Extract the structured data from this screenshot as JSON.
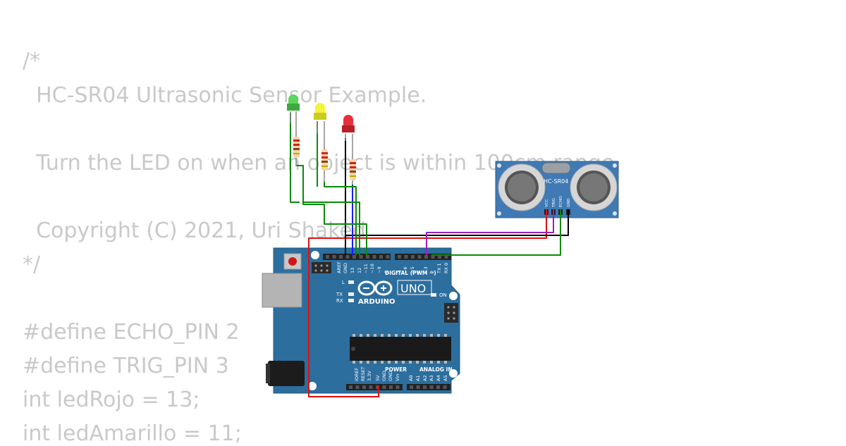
{
  "code_lines": [
    "/*",
    "  HC-SR04 Ultrasonic Sensor Example.",
    "",
    "  Turn the LED on when an object is within 100cm range.",
    "",
    "  Copyright (C) 2021, Uri Shaked",
    "*/",
    "",
    "#define ECHO_PIN 2",
    "#define TRIG_PIN 3",
    "int ledRojo = 13;",
    "int ledAmarillo = 11;"
  ],
  "sensor": {
    "label": "HC-SR04",
    "pins": [
      "VCC",
      "TRIG",
      "ECHO",
      "GND"
    ]
  },
  "arduino": {
    "brand": "ARDUINO",
    "model": "UNO",
    "digital_label": "DIGITAL (PWM ~)",
    "power_label": "POWER",
    "analog_label": "ANALOG IN",
    "on_label": "ON",
    "l_label": "L",
    "tx_label": "TX",
    "rx_label": "RX",
    "digital_pins": [
      "AREF",
      "GND",
      "13",
      "12",
      "~11",
      "~10",
      "~9",
      "8",
      "7",
      "~6",
      "~5",
      "4",
      "~3",
      "2",
      "TX 1",
      "RX 0"
    ],
    "power_pins": [
      "IOREF",
      "RESET",
      "3.3V",
      "5V",
      "GND",
      "GND",
      "Vin"
    ],
    "analog_pins": [
      "A0",
      "A1",
      "A2",
      "A3",
      "A4",
      "A5"
    ]
  },
  "leds": [
    {
      "name": "green",
      "color": "#5cd65c"
    },
    {
      "name": "yellow",
      "color": "#f4f43a"
    },
    {
      "name": "red",
      "color": "#e8303a"
    }
  ],
  "colors": {
    "board": "#2c6e9e",
    "board_dark": "#1f5a85",
    "sensor": "#3f7ab5",
    "wire_green": "#0a8a0a",
    "wire_red": "#e01010",
    "wire_black": "#000000",
    "wire_blue": "#1a1aff",
    "wire_purple": "#9b1fbf",
    "code_text": "#c9c9c9"
  }
}
